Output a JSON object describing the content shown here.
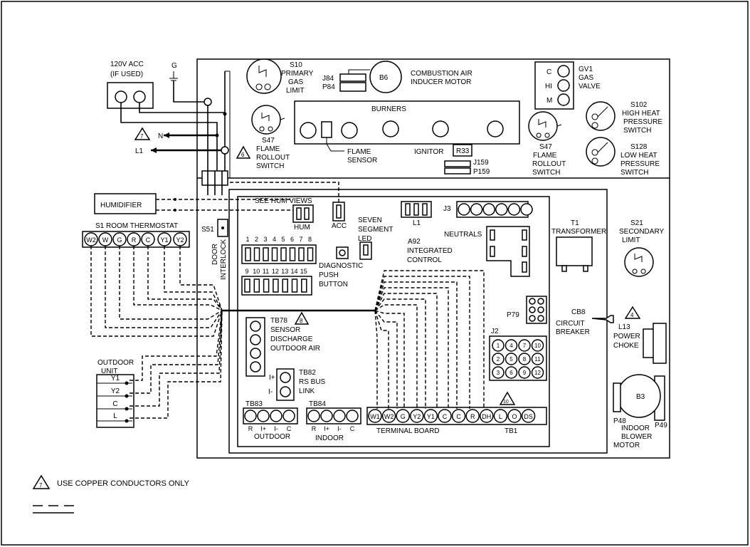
{
  "labels": {
    "acc_120v": "120V ACC",
    "if_used": "(IF USED)",
    "g": "G",
    "n": "N",
    "l1_in": "L1",
    "note7_num": "7",
    "note6_num": "6",
    "humidifier": "HUMIDIFIER",
    "see_hum_views": "SEE HUM VIEWS",
    "hum": "HUM",
    "acc": "ACC",
    "s1_room_thermostat": "S1 ROOM THERMOSTAT",
    "s51": "S51",
    "door": "DOOR",
    "interlock": "INTERLOCK",
    "outdoor_unit_1": "OUTDOOR",
    "outdoor_unit_2": "UNIT",
    "s10_1": "S10",
    "s10_2": "PRIMARY",
    "s10_3": "GAS",
    "s10_4": "LIMIT",
    "j84": "J84",
    "p84": "P84",
    "b6": "B6",
    "combustion_1": "COMBUSTION AIR",
    "combustion_2": "INDUCER MOTOR",
    "burners": "BURNERS",
    "flame_sensor_1": "FLAME",
    "flame_sensor_2": "SENSOR",
    "ignitor": "IGNITOR",
    "r33": "R33",
    "j159": "J159",
    "p159": "P159",
    "s47a_1": "S47",
    "s47a_2": "FLAME",
    "s47a_3": "ROLLOUT",
    "s47a_4": "SWITCH",
    "s47b_1": "S47",
    "s47b_2": "FLAME",
    "s47b_3": "ROLLOUT",
    "s47b_4": "SWITCH",
    "gv1_1": "GV1",
    "gv1_2": "GAS",
    "gv1_3": "VALVE",
    "gv_c": "C",
    "gv_hi": "HI",
    "gv_m": "M",
    "s102_1": "S102",
    "s102_2": "HIGH HEAT",
    "s102_3": "PRESSURE",
    "s102_4": "SWITCH",
    "s128_1": "S128",
    "s128_2": "LOW HEAT",
    "s128_3": "PRESSURE",
    "s128_4": "SWITCH",
    "seven_1": "SEVEN",
    "seven_2": "SEGMENT",
    "seven_3": "LED",
    "l1_board": "L1",
    "j3": "J3",
    "neutrals": "NEUTRALS",
    "a92_1": "A92",
    "a92_2": "INTEGRATED",
    "a92_3": "CONTROL",
    "diag_1": "DIAGNOSTIC",
    "diag_2": "PUSH",
    "diag_3": "BUTTON",
    "t1_1": "T1",
    "t1_2": "TRANSFORMER",
    "s21_1": "S21",
    "s21_2": "SECONDARY",
    "s21_3": "LIMIT",
    "p79": "P79",
    "cb8_1": "CB8",
    "cb8_2": "CIRCUIT",
    "cb8_3": "BREAKER",
    "note4_num": "4",
    "l13_1": "L13",
    "l13_2": "POWER",
    "l13_3": "CHOKE",
    "j2": "J2",
    "tb78_1": "TB78",
    "tb78_2": "SENSOR",
    "tb78_3": "DISCHARGE",
    "tb78_4": "OUTDOOR AIR",
    "note8_num": "8",
    "tb82_1": "TB82",
    "tb82_2": "RS BUS",
    "tb82_3": "LINK",
    "tb82_iplus": "I+",
    "tb82_iminus": "I-",
    "tb83": "TB83",
    "tb84": "TB84",
    "outdoor": "OUTDOOR",
    "indoor": "INDOOR",
    "terminal_board": "TERMINAL BOARD",
    "tb1": "TB1",
    "note10_num": "10",
    "b3": "B3",
    "p48": "P48",
    "p49": "P49",
    "blower_1": "INDOOR",
    "blower_2": "BLOWER",
    "blower_3": "MOTOR",
    "copper_note": "USE COPPER CONDUCTORS ONLY"
  },
  "thermostat_terminals": [
    "W2",
    "W",
    "G",
    "R",
    "C",
    "Y1",
    "Y2"
  ],
  "outdoor_terminals": [
    "Y1",
    "Y2",
    "C",
    "L"
  ],
  "dip_row1": [
    "1",
    "2",
    "3",
    "4",
    "5",
    "6",
    "7",
    "8"
  ],
  "dip_row2": [
    "9",
    "10",
    "11",
    "12",
    "13",
    "14",
    "15"
  ],
  "tb83_terms": [
    "R",
    "I+",
    "I-",
    "C"
  ],
  "tb84_terms": [
    "R",
    "I+",
    "I-",
    "C"
  ],
  "tb1_terms": [
    "W1",
    "W2",
    "G",
    "Y2",
    "Y1",
    "C",
    "C",
    "R",
    "DH",
    "L",
    "O",
    "DS"
  ],
  "j2_pins": [
    [
      "1",
      "4",
      "7",
      "10"
    ],
    [
      "2",
      "5",
      "8",
      "11"
    ],
    [
      "3",
      "6",
      "9",
      "12"
    ]
  ]
}
